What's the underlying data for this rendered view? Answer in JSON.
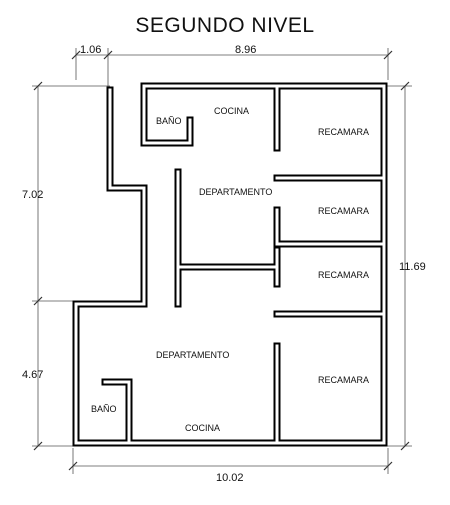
{
  "title": "SEGUNDO NIVEL",
  "rooms": {
    "bano_top": "BAÑO",
    "cocina_top": "COCINA",
    "recamara_1": "RECAMARA",
    "departamento_top": "DEPARTAMENTO",
    "recamara_2": "RECAMARA",
    "recamara_3": "RECAMARA",
    "departamento_bottom": "DEPARTAMENTO",
    "recamara_4": "RECAMARA",
    "bano_bottom": "BAÑO",
    "cocina_bottom": "COCINA"
  },
  "dimensions": {
    "top_left": "1.06",
    "top_right": "8.96",
    "left_upper": "7.02",
    "left_lower": "4.67",
    "right": "11.69",
    "bottom": "10.02"
  }
}
